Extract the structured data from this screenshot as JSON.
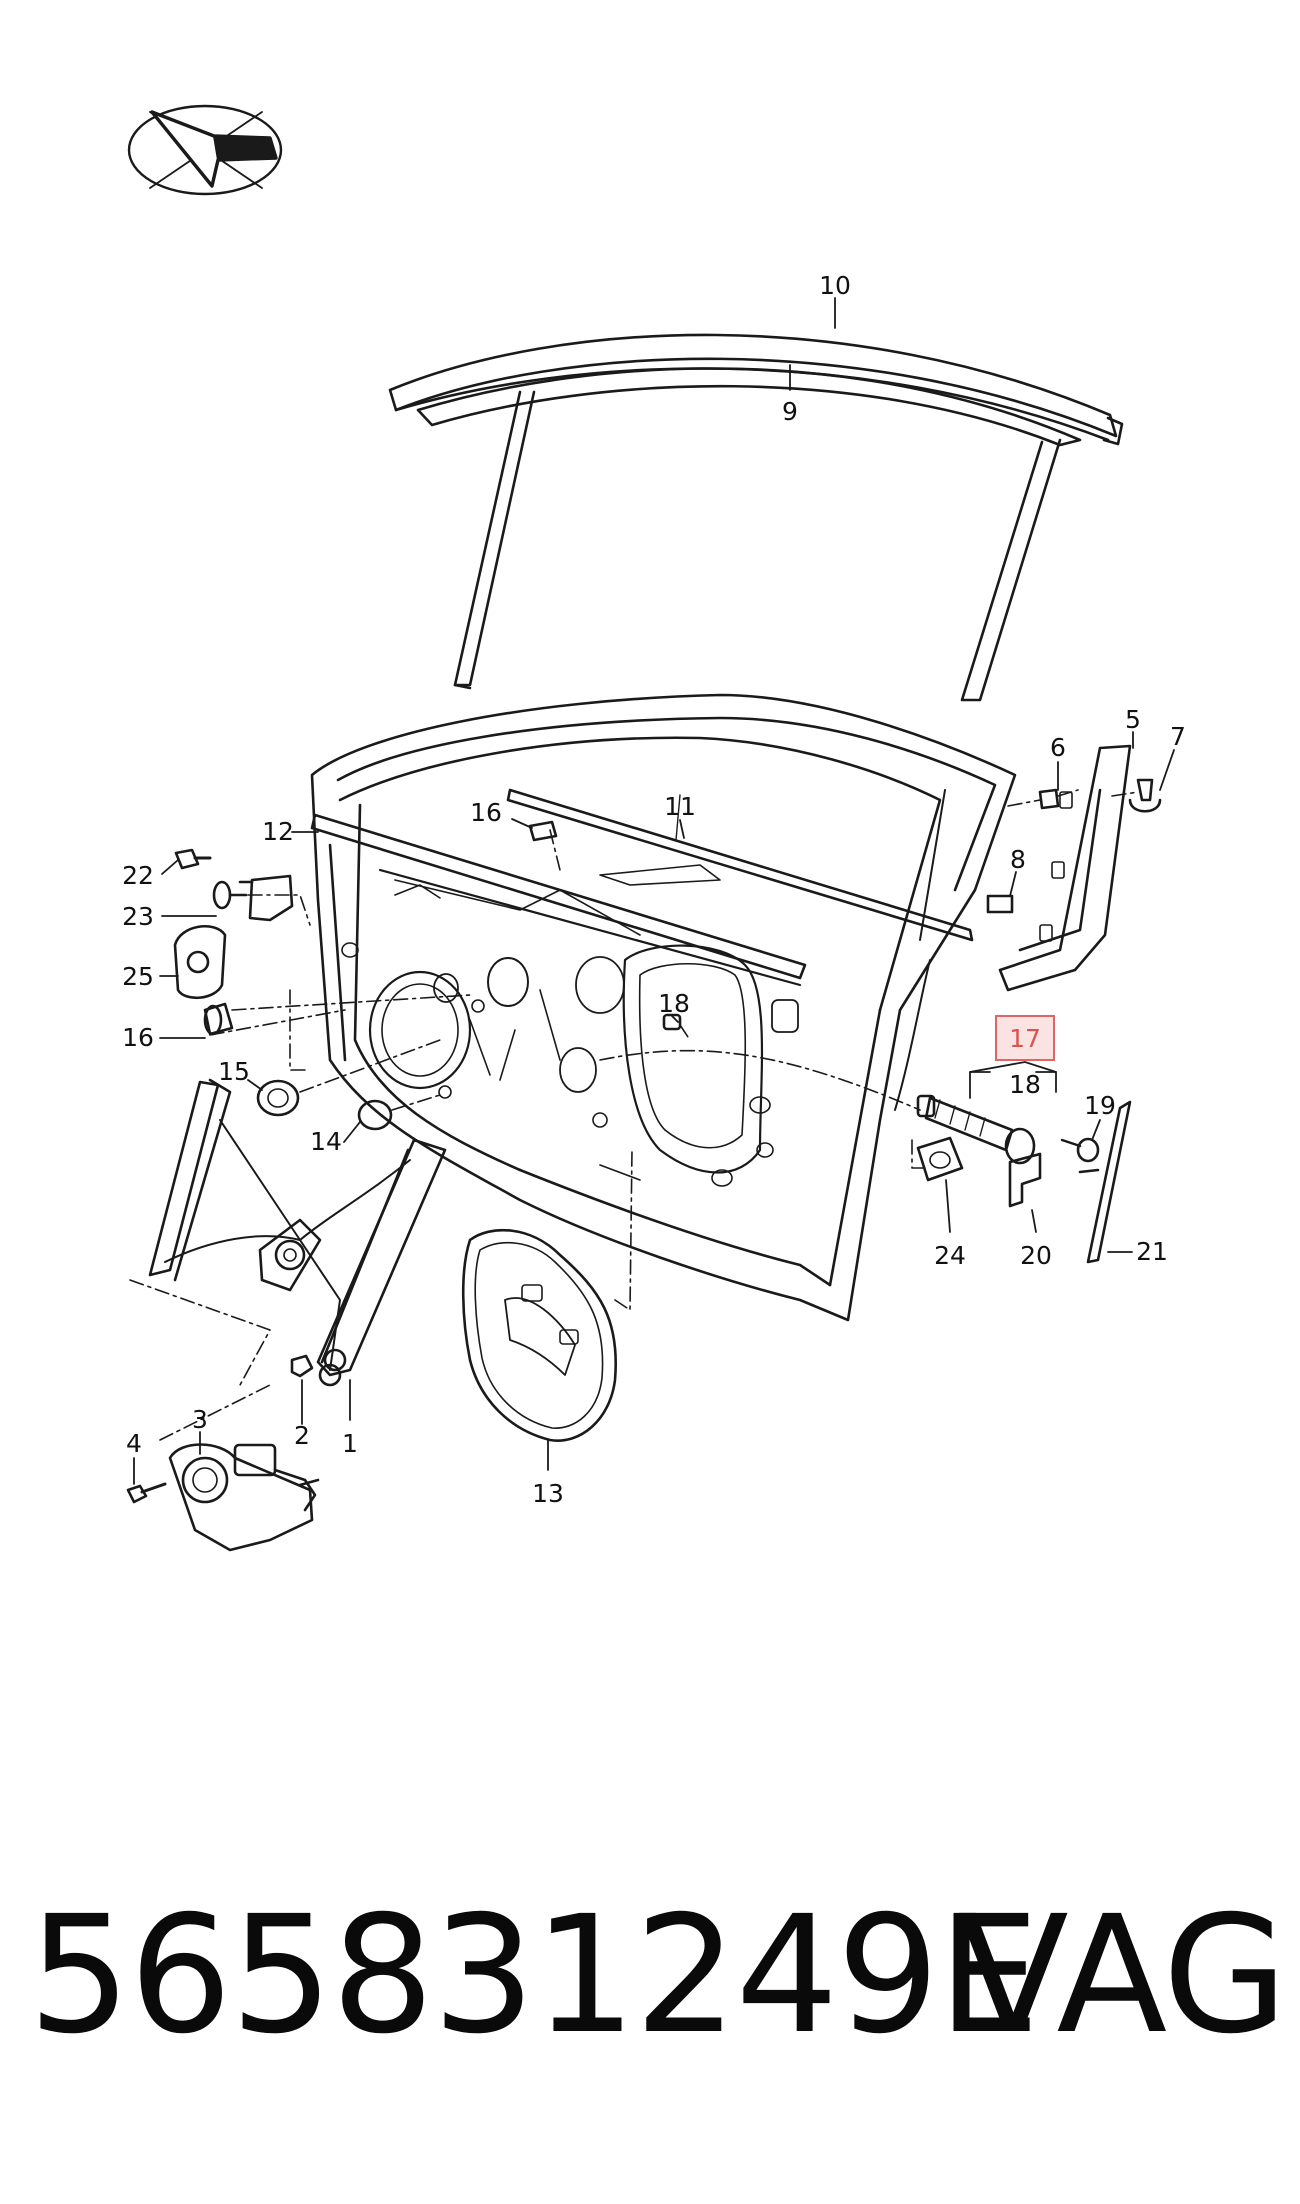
{
  "callouts": {
    "c1": "1",
    "c2": "2",
    "c3": "3",
    "c4": "4",
    "c5": "5",
    "c6": "6",
    "c7": "7",
    "c8": "8",
    "c9": "9",
    "c10": "10",
    "c11": "11",
    "c12": "12",
    "c13": "13",
    "c14": "14",
    "c15": "15",
    "c16a": "16",
    "c16b": "16",
    "c17": "17",
    "c18a": "18",
    "c18b": "18",
    "c19": "19",
    "c20": "20",
    "c21": "21",
    "c22": "22",
    "c23": "23",
    "c24": "24",
    "c25": "25"
  },
  "highlighted_callout": "17",
  "colors": {
    "line": "#1a1a1a",
    "highlight_border": "#e06666",
    "highlight_fill": "#fbe3e3",
    "highlight_text": "#d9534f"
  },
  "footer": {
    "part_number": "565831249E",
    "brand": "VAG"
  },
  "icons": {
    "logo": "orientation-arrow-logo-icon"
  }
}
